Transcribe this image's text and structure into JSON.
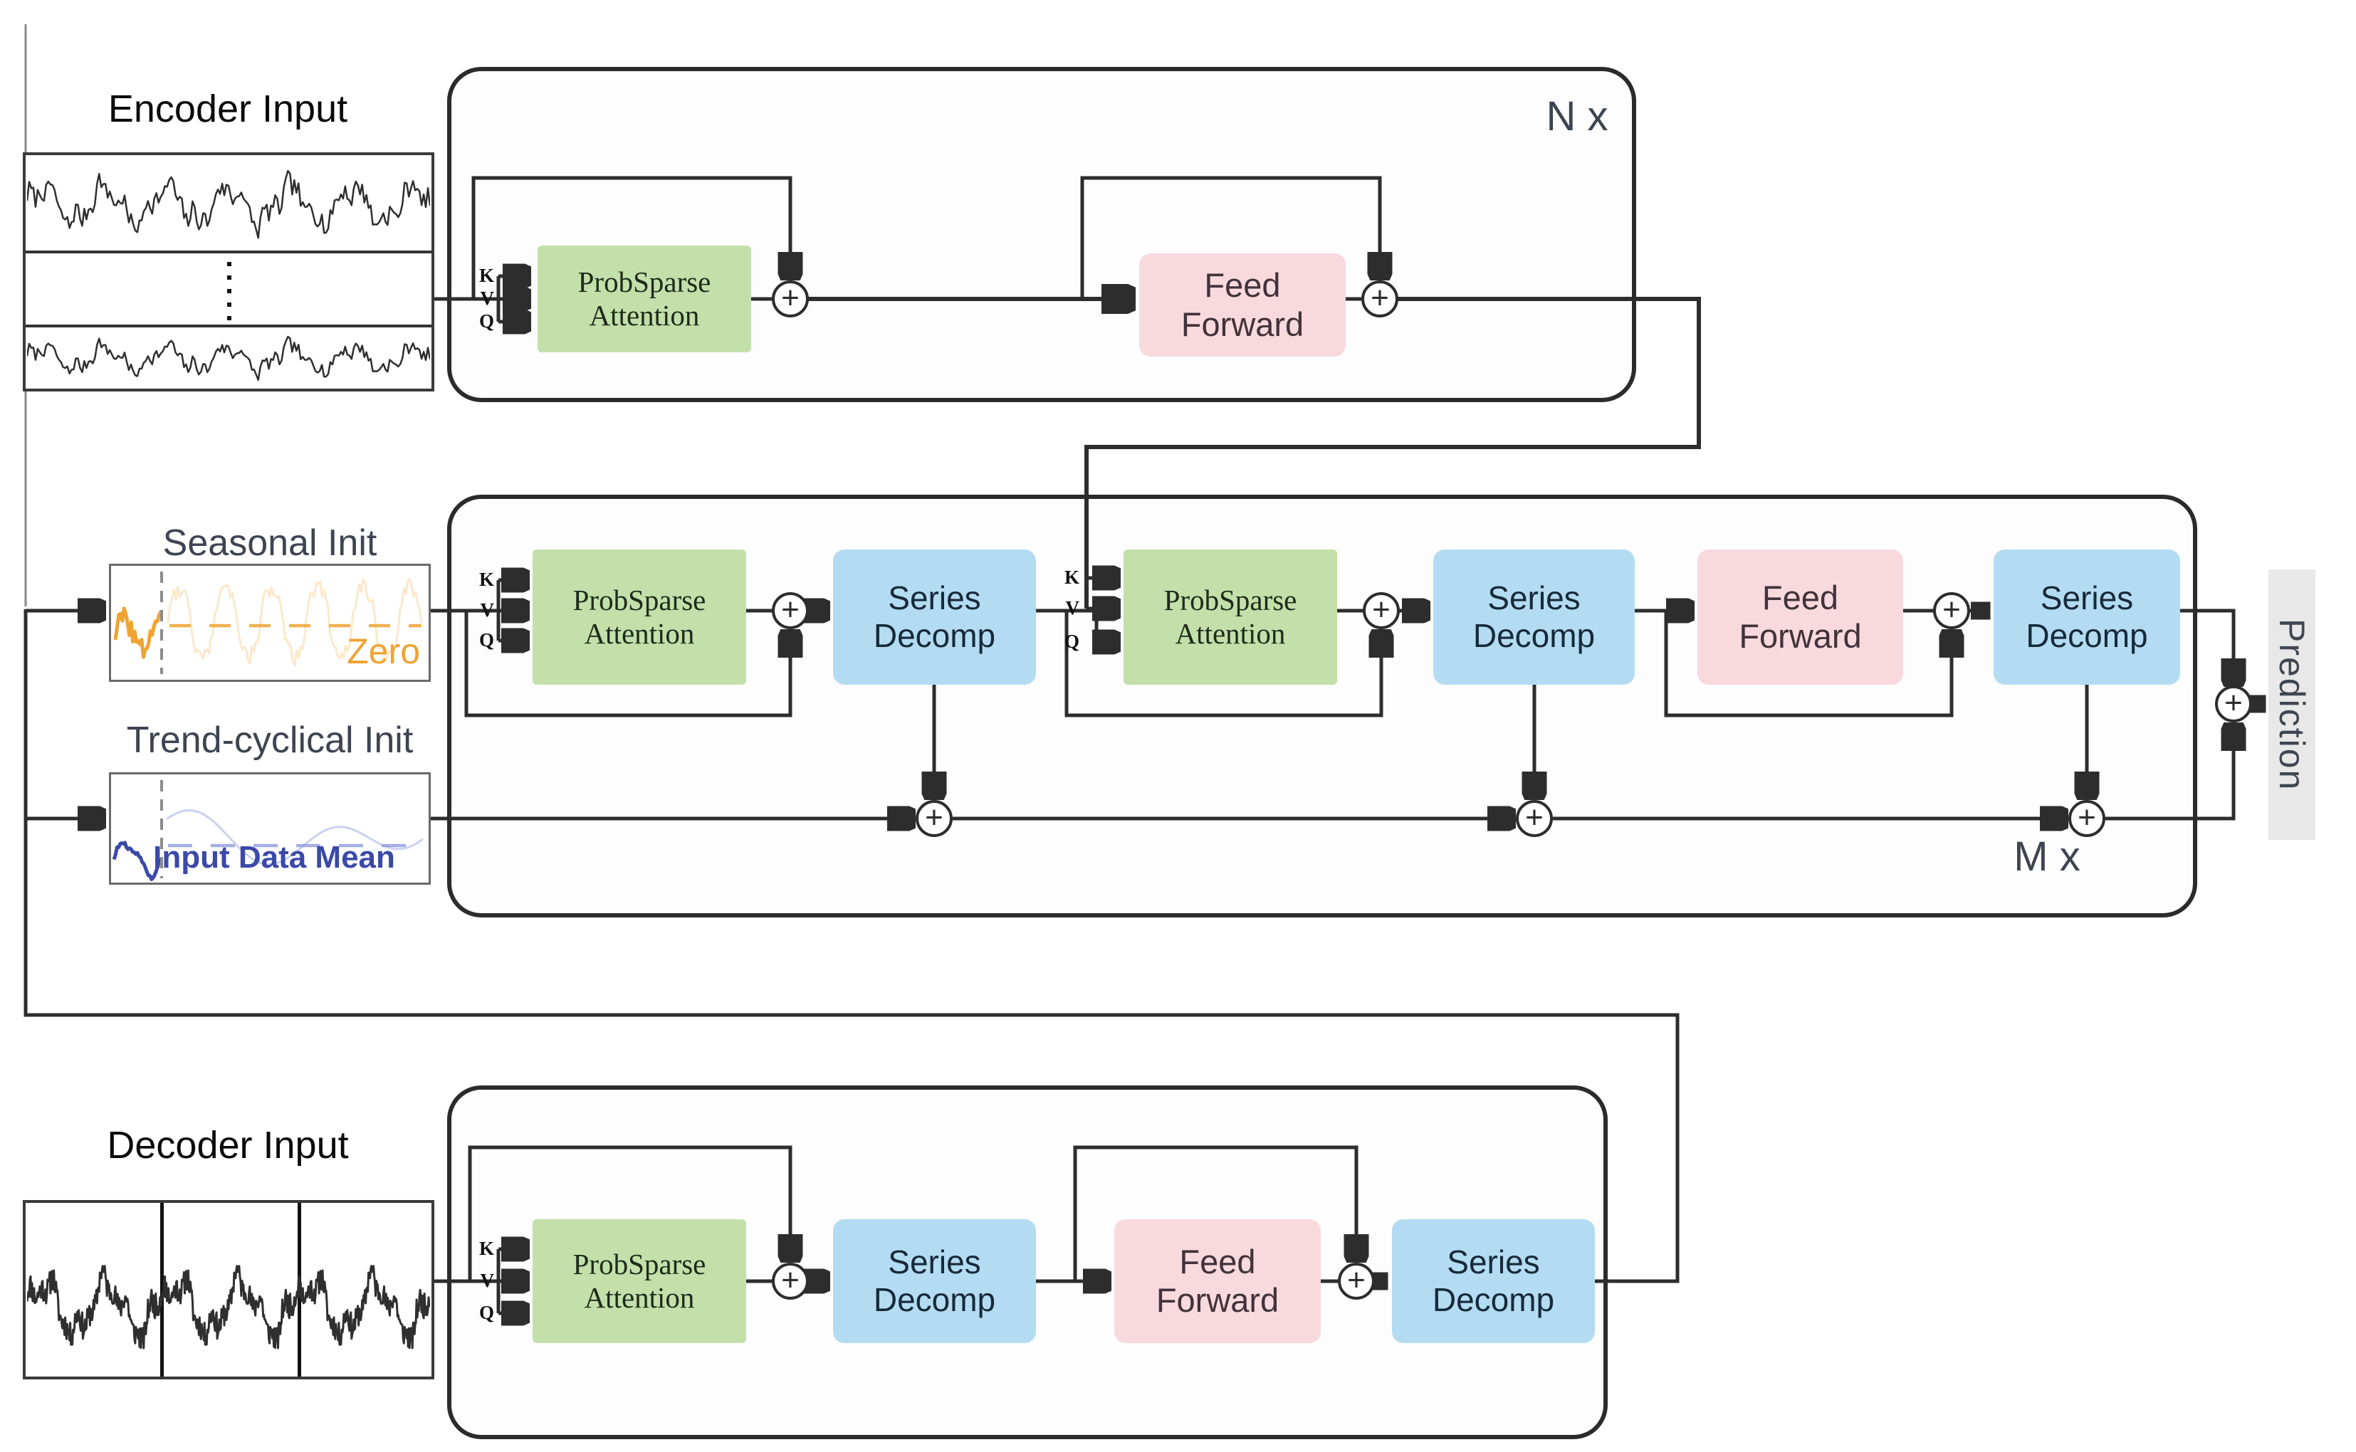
{
  "titles": {
    "encoder_input": "Encoder Input",
    "decoder_input": "Decoder Input",
    "seasonal_init": "Seasonal Init",
    "trend_init": "Trend-cyclical Init"
  },
  "annotations": {
    "zero": "Zero",
    "input_data_mean": "Input Data Mean",
    "prediction": "Prediction",
    "encoder_repeat": "N x",
    "decoder_repeat": "M x"
  },
  "port_labels": {
    "key": "K",
    "value": "V",
    "query": "Q"
  },
  "block_labels": {
    "attention": "ProbSparse Attention",
    "series_decomp": "Series Decomp",
    "feed_forward": "Feed Forward"
  },
  "operators": {
    "add": "+"
  },
  "colors": {
    "attention_fill": "#c3e0ab",
    "decomp_fill": "#b3dcf2",
    "ff_fill": "#f7d9de",
    "line": "#2d2d2d",
    "seasonal_accent": "#f0a330",
    "trend_accent": "#3b49a8",
    "trend_faint": "#8e9ae0",
    "wave_stroke": "#2f2f2f",
    "prediction_bg": "#e8e8e8"
  }
}
